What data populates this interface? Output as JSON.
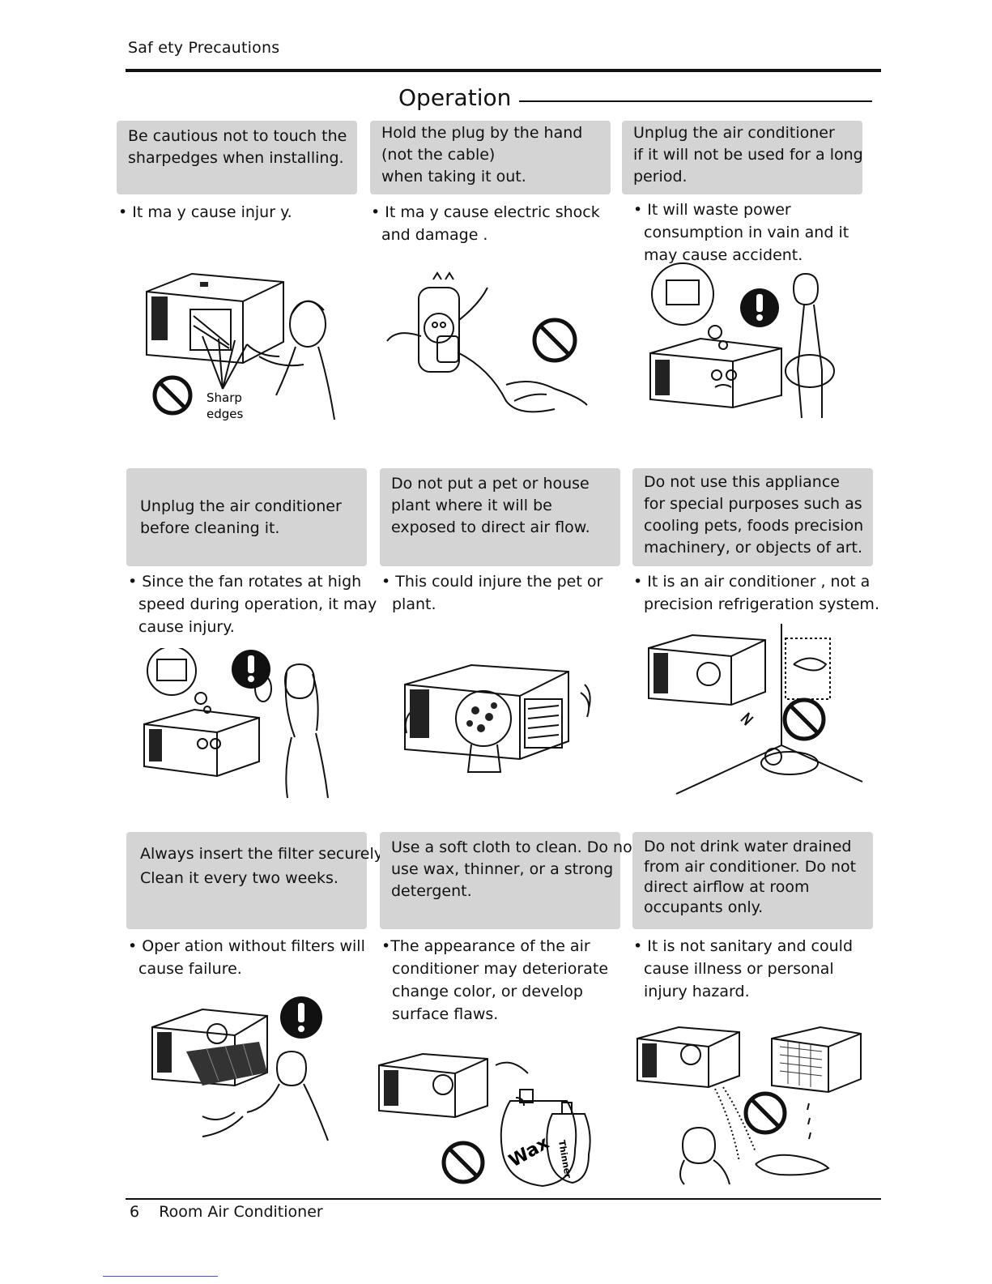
{
  "header": {
    "title": "Saf ety Precautions"
  },
  "section": {
    "title": "Operation"
  },
  "panels": [
    {
      "box": [
        "Be cautious not to touch the",
        "sharpedges when installing."
      ],
      "note": [
        "• It ma y cause injur  y."
      ],
      "labels": [
        "Sharp",
        "edges"
      ]
    },
    {
      "box": [
        "Hold the plug by the hand",
        "(not the cable)",
        "when taking it out."
      ],
      "note": [
        "• It ma y cause electric shock",
        "and damage ."
      ]
    },
    {
      "box": [
        "Unplug the air conditioner",
        "if it will not be used for a long",
        "period."
      ],
      "note": [
        "• It will waste power",
        "consumption in vain and it",
        "may cause accident."
      ]
    },
    {
      "box": [
        "Unplug the air conditioner",
        "before cleaning it."
      ],
      "note": [
        "• Since the fan rotates at high",
        "speed during operation, it may",
        "cause injury."
      ]
    },
    {
      "box": [
        "Do not put a pet or house",
        "plant where it will be",
        "exposed to direct air flow."
      ],
      "note": [
        "• This could injure the pet or",
        "plant."
      ]
    },
    {
      "box": [
        "Do not use this appliance",
        "for special purposes such as",
        "cooling pets, foods precision",
        "machinery, or objects of art."
      ],
      "note": [
        "• It is an air conditioner , not a",
        "precision refrigeration system."
      ]
    },
    {
      "box": [
        "Always insert the filter securely.",
        "Clean it every two weeks."
      ],
      "note": [
        "• Oper ation without filters  will",
        "cause failure."
      ]
    },
    {
      "box": [
        "Use a soft cloth to clean. Do not",
        "use wax, thinner, or a strong",
        "detergent."
      ],
      "note": [
        "•The appearance of the air",
        "conditioner may deteriorate",
        "change color, or develop",
        "surface flaws."
      ],
      "labels": [
        "Wax",
        "Thinner"
      ]
    },
    {
      "box": [
        "Do not drink water drained",
        "from air conditioner. Do not",
        "direct airflow at room",
        "occupants only."
      ],
      "note": [
        "• It is not sanitary and could",
        "cause illness or personal",
        "injury hazard."
      ]
    }
  ],
  "footer": {
    "page_number": "6",
    "title": "Room Air Conditioner"
  },
  "colors": {
    "box_fill": "#d4d4d4",
    "ink": "#111111"
  }
}
